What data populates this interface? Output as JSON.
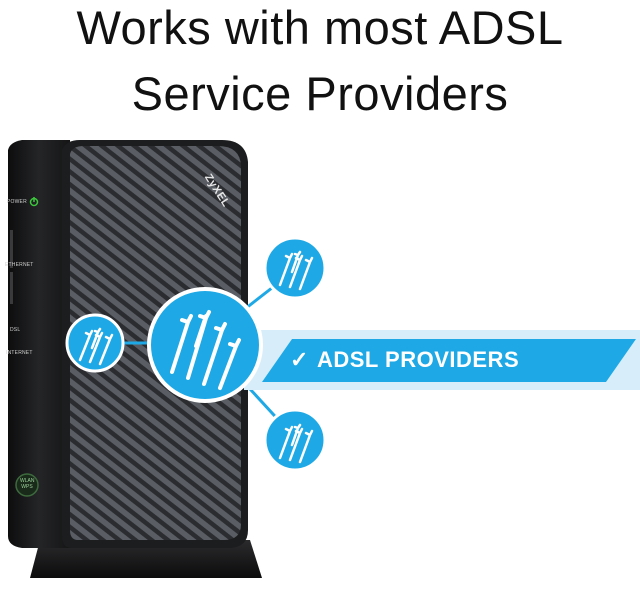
{
  "headline": {
    "line1": "Works with most ADSL",
    "line2": "Service Providers"
  },
  "banner": {
    "check_icon": "checkmark-icon",
    "label": "ADSL PROVIDERS"
  },
  "router": {
    "brand": "ZyXEL",
    "leds": {
      "power": "POWER",
      "ethernet": "ETHERNET",
      "dsl": "DSL",
      "internet": "INTERNET"
    },
    "wps_button": "WLAN\nWPS"
  },
  "colors": {
    "accent_blue": "#1ea9e6",
    "light_blue_panel": "#d7eefa",
    "router_body": "#1e1e20",
    "router_grille": "#4a4d52",
    "power_led": "#3cc83c"
  }
}
